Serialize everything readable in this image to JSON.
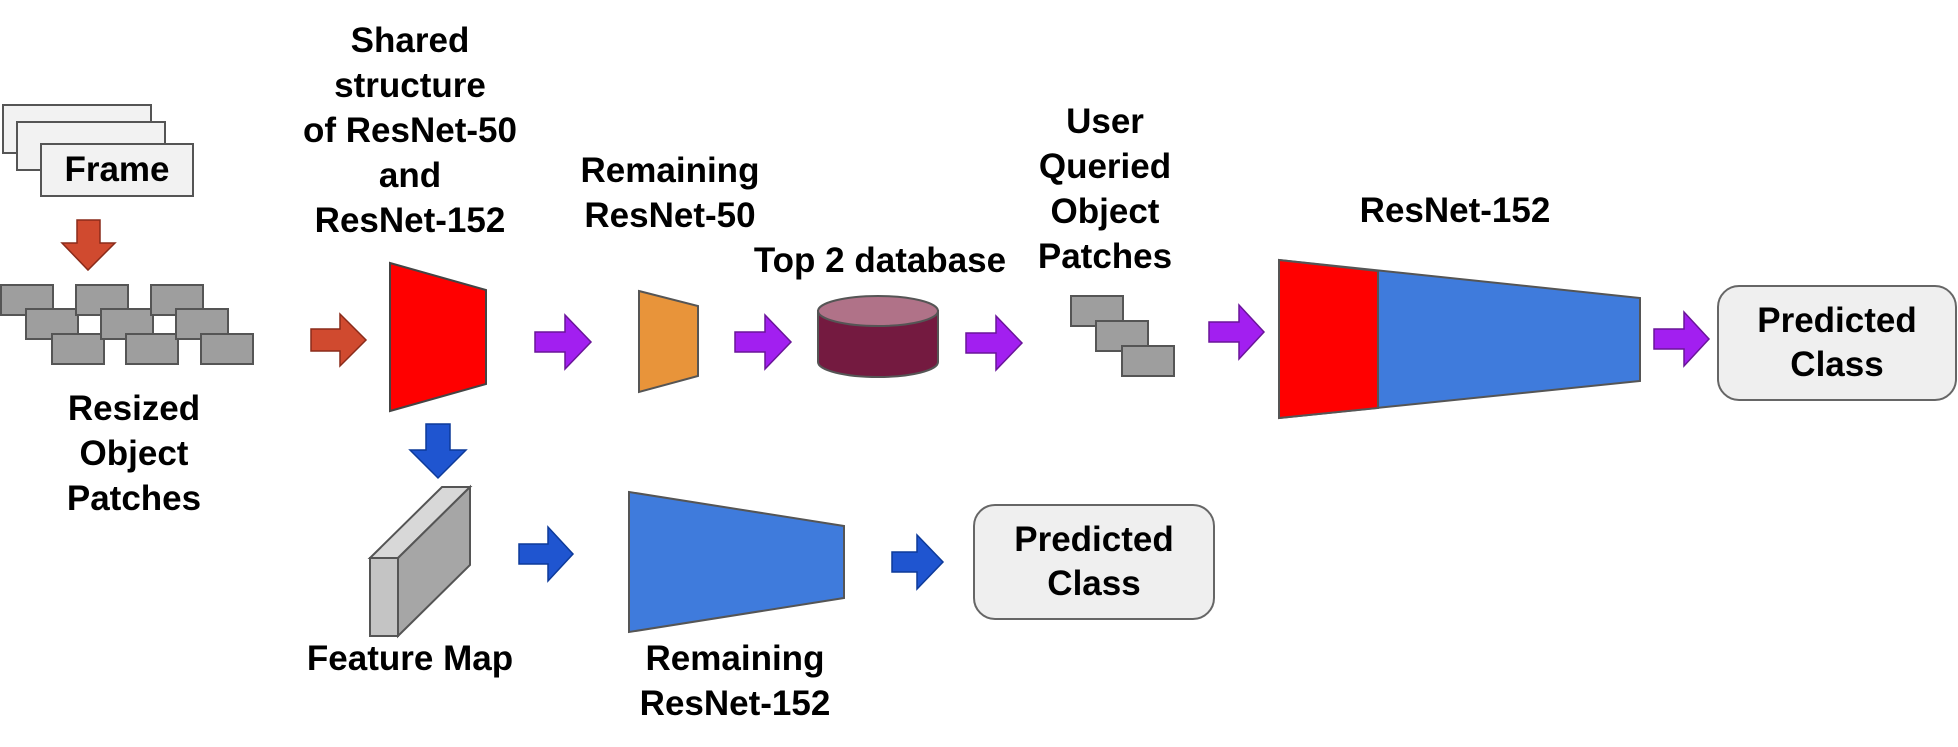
{
  "labels": {
    "frame": "Frame",
    "resized_patches": "Resized\nObject\nPatches",
    "shared_structure": "Shared\nstructure\nof ResNet-50\nand\nResNet-152",
    "remaining_resnet50": "Remaining\nResNet-50",
    "top2_database": "Top 2 database",
    "user_queried": "User\nQueried\nObject\nPatches",
    "resnet152": "ResNet-152",
    "predicted_class_top": "Predicted\nClass",
    "feature_map": "Feature Map",
    "remaining_resnet152": "Remaining\nResNet-152",
    "predicted_class_bottom": "Predicted\nClass"
  },
  "colors": {
    "red_arrow": "#d04a2f",
    "purple_arrow": "#a21ff0",
    "blue_arrow": "#1f55d0",
    "shared_block": "#ff0000",
    "resnet50_block": "#e8943a",
    "database": "#741a40",
    "database_top": "#b07288",
    "resnet152_block": "#3f7bdc",
    "patch_gray": "#9e9e9e",
    "feature_map_gray": "#a6a6a6"
  },
  "icons": {
    "arrow": "right-arrow-icon",
    "down_arrow": "down-arrow-icon",
    "database": "database-icon"
  }
}
